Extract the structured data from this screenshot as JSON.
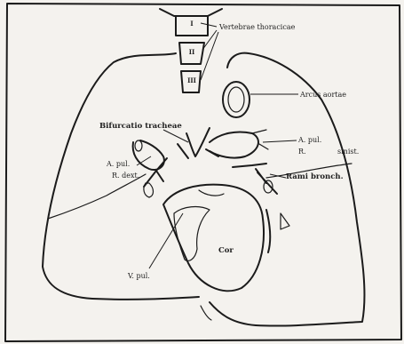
{
  "labels": {
    "vertebrae": "Vertebrae thoracicae",
    "arcus_aortae": "Arcus aortae",
    "bifurcatio_tracheae": "Bifurcatio tracheae",
    "a_pul_sinistra": "A. pul.",
    "r_sinistra_r": "R.",
    "r_sinistra_sinist": "sinist.",
    "a_pul_dextra": "A. pul.",
    "r_dextra": "R. dext.",
    "rami_bronch": "Rami bronch.",
    "cor": "Cor",
    "v_pul": "V. pul."
  },
  "vertebra_numerals": [
    "I",
    "II",
    "III"
  ],
  "colors": {
    "ink": "#1b1b1b",
    "paper": "#f4f2ee"
  }
}
